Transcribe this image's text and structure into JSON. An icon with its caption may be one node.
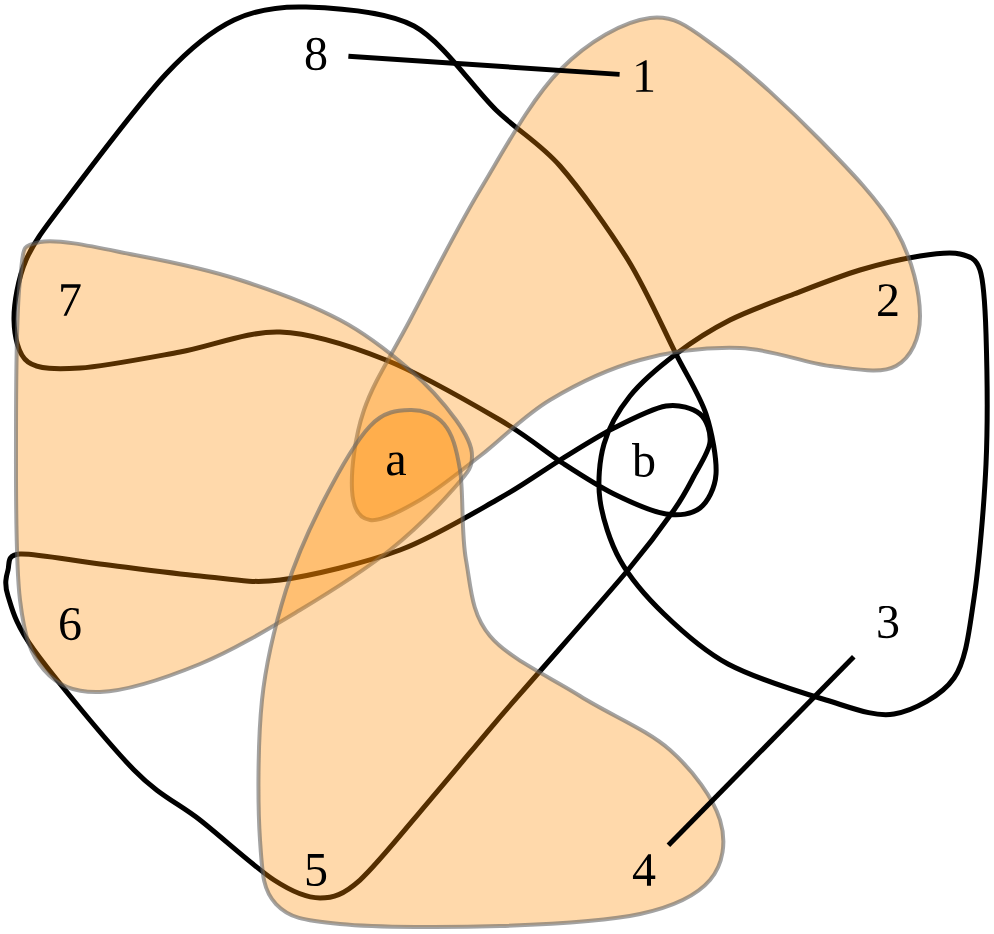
{
  "diagram": {
    "nodes": [
      {
        "text": [
          "2"
        ]
      },
      {
        "text": [
          "8"
        ]
      },
      {
        "text": [
          "1"
        ],
        "in": 0
      },
      {
        "text": [
          "7",
          "6"
        ]
      },
      {
        "text": [
          "5"
        ]
      },
      {
        "text": [
          "3"
        ]
      },
      {
        "text": [
          "4"
        ],
        "in": 4
      }
    ],
    "edges": [
      {
        "from": 1,
        "to": 2,
        "arrow": "none"
      },
      {
        "from": 5,
        "to": 6,
        "arrow": "none"
      }
    ],
    "labels": [
      "a",
      "b"
    ]
  }
}
